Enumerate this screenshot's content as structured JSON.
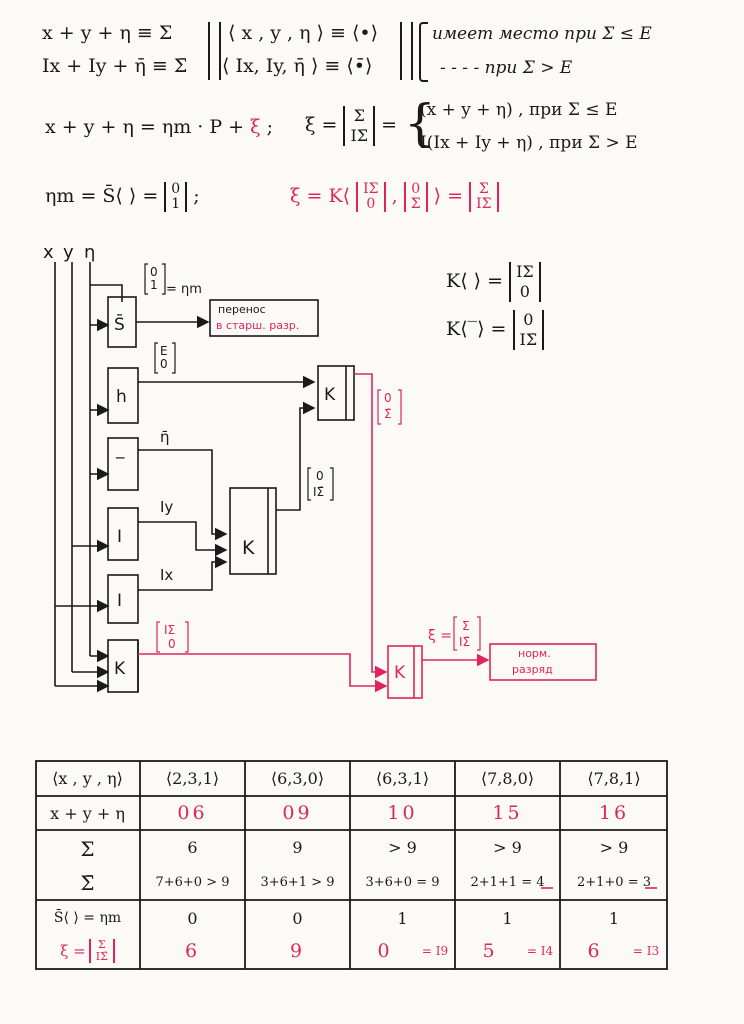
{
  "formulas": {
    "l1": "x + y + η ≡ Σ",
    "l2": "Ix + Iy + η̄ ≡ Σ̄",
    "l3": "⟨ x , y , η ⟩ ≡ ⟨•⟩",
    "l4": "⟨ Ix, Iy, η̄ ⟩ ≡ ⟨•̄⟩",
    "l5": "имеет место при Σ ≤ E",
    "l6": "- - - - при Σ > E",
    "l7a": "x + y + η = ηm · P +",
    "l7b": "ξ",
    "l7c": ";",
    "l8a": "ξ =",
    "l8m1": "Σ",
    "l8m2": "IΣ̄",
    "l8b": "=",
    "l9": "(x + y + η) ,  при  Σ ≤ E",
    "l10": "I(Ix + Iy + η) ,  при  Σ > E",
    "l11a": "ηm = S̄⟨ ⟩ =",
    "l11m1": "0",
    "l11m2": "1",
    "l11b": ";",
    "l12a": "ξ = K⟨",
    "l12m1": "IΣ",
    "l12m2": "0",
    "l12b": ",",
    "l12m3": "0",
    "l12m4": "Σ̄",
    "l12c": "⟩ =",
    "l12m5": "Σ",
    "l12m6": "IΣ̄",
    "k1a": "K⟨ ⟩ =",
    "k1m1": "IΣ",
    "k1m2": "0",
    "k2a": "K⟨‾⟩ =",
    "k2m1": "0",
    "k2m2": "IΣ̄"
  },
  "diagram": {
    "inputs": [
      "x",
      "y",
      "η"
    ],
    "block_s": "S̄",
    "block_h": "h",
    "block_not": "‾",
    "block_i1": "I",
    "block_i2": "I",
    "block_k_small": "K",
    "block_k_top": "K",
    "block_k_mid": "K",
    "block_k_out": "K",
    "lbl_eta_m": "= ηm",
    "mat_s": [
      "0",
      "1"
    ],
    "mat_h": [
      "E",
      "0"
    ],
    "mat_kmid": [
      "0",
      "IΣ̄"
    ],
    "mat_ktop": [
      "0",
      "Σ̄"
    ],
    "mat_ksmall": [
      "IΣ",
      "0"
    ],
    "mat_xi": [
      "Σ",
      "IΣ̄"
    ],
    "lbl_eta_bar": "η̄",
    "lbl_iy": "Iy",
    "lbl_ix": "Ix",
    "lbl_xi": "ξ =",
    "box_carry_1": "перенос",
    "box_carry_2": "в старш. разр.",
    "box_norm_1": "норм.",
    "box_norm_2": "разряд"
  },
  "table": {
    "r1": [
      "⟨x , y , η⟩",
      "⟨2,3,1⟩",
      "⟨6,3,0⟩",
      "⟨6,3,1⟩",
      "⟨7,8,0⟩",
      "⟨7,8,1⟩"
    ],
    "r2": [
      "x + y + η",
      "06",
      "09",
      "10",
      "15",
      "16"
    ],
    "r3_label": "Σ",
    "r3": [
      "6",
      "9",
      "> 9",
      "> 9",
      "> 9"
    ],
    "r4_label": "Σ̄",
    "r4": [
      "7+6+0 > 9",
      "3+6+1 > 9",
      "3+6+0 = 9",
      "2+1+1 = 4",
      "2+1+0 = 3"
    ],
    "r5_label": "S̄⟨ ⟩ = ηm",
    "r5": [
      "0",
      "0",
      "1",
      "1",
      "1"
    ],
    "r6_label_a": "ξ =",
    "r6_label_m": [
      "Σ",
      "IΣ̄"
    ],
    "r6": [
      "6",
      "9",
      "0",
      "5",
      "6"
    ],
    "r6_note": [
      "",
      "",
      "= I9",
      "= I4",
      "= I3"
    ]
  },
  "colors": {
    "ink": "#1a1a1a",
    "red": "#e0245e"
  }
}
